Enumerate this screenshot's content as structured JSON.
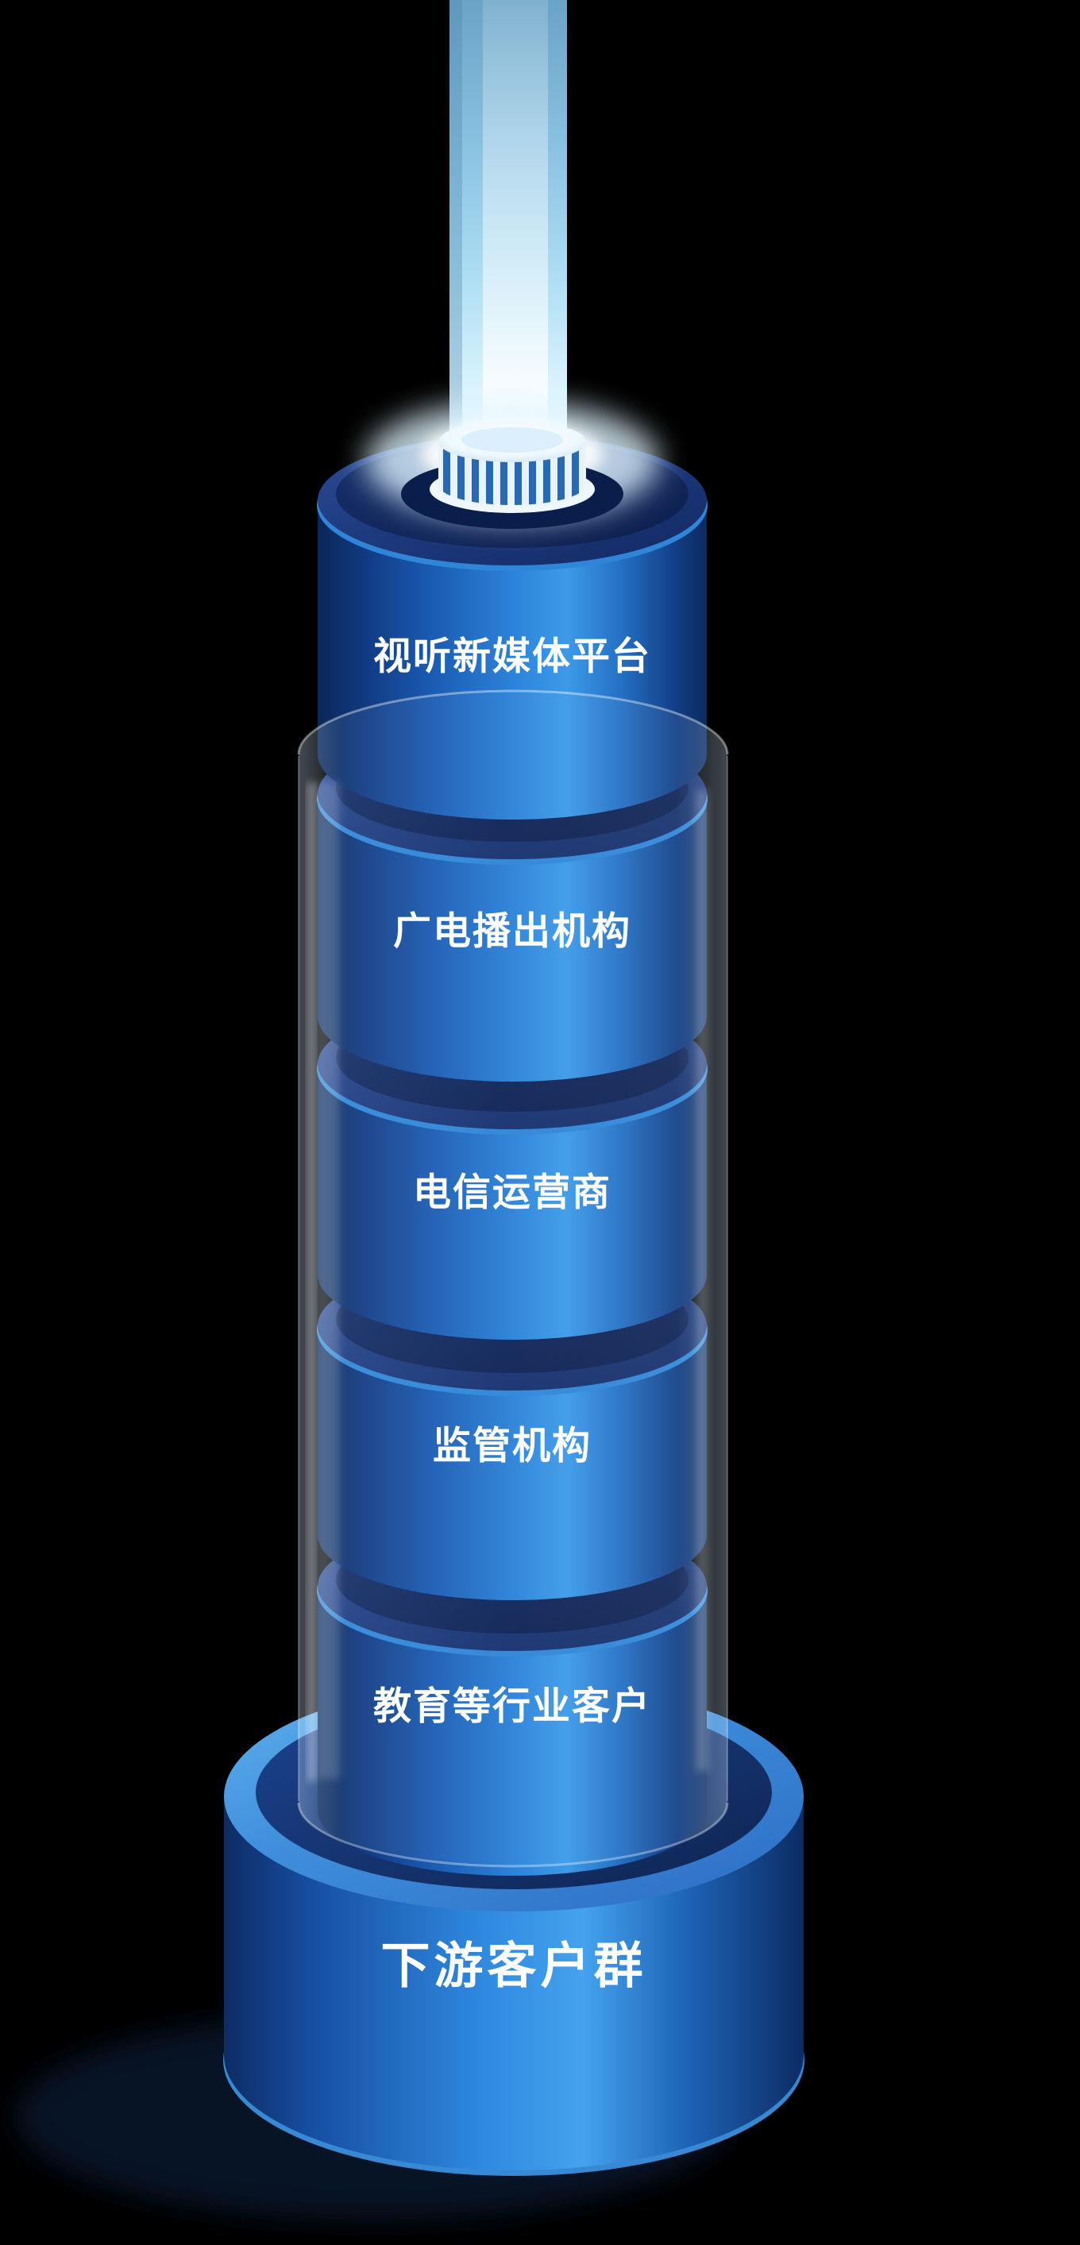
{
  "palette": {
    "background": "#000000",
    "cylinder_bright_blue": "#3d9ae8",
    "cylinder_dark_navy": "#0c2a5e",
    "top_face_navy": "#1d3a7e",
    "beam_cyan": "#aadcf2",
    "glass_tint": "#d2ebff",
    "base_ring_blue": "#5fb2ee",
    "text": "#ffffff"
  },
  "tower": {
    "levels": [
      {
        "label": "视听新媒体平台"
      },
      {
        "label": "广电播出机构"
      },
      {
        "label": "电信运营商"
      },
      {
        "label": "监管机构"
      },
      {
        "label": "教育等行业客户"
      }
    ],
    "base": {
      "label": "下游客户群"
    }
  }
}
